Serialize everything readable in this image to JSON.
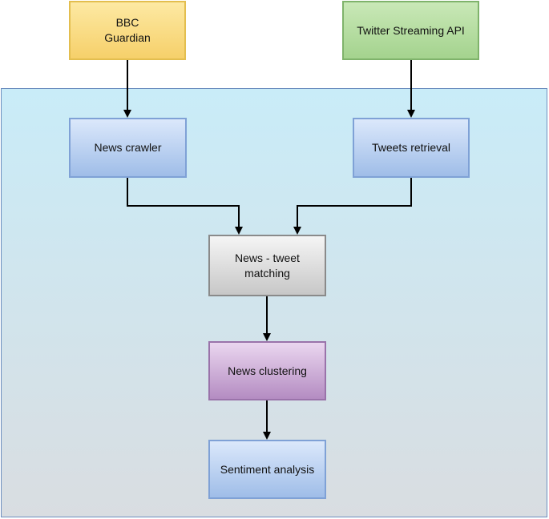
{
  "nodes": {
    "sources_news": "BBC\nGuardian",
    "sources_twitter": "Twitter Streaming API",
    "news_crawler": "News crawler",
    "tweets_retrieval": "Tweets retrieval",
    "matching": "News - tweet\nmatching",
    "clustering": "News clustering",
    "sentiment": "Sentiment analysis"
  },
  "colors": {
    "container_border": "#6c8ebf",
    "arrow": "#000000"
  }
}
